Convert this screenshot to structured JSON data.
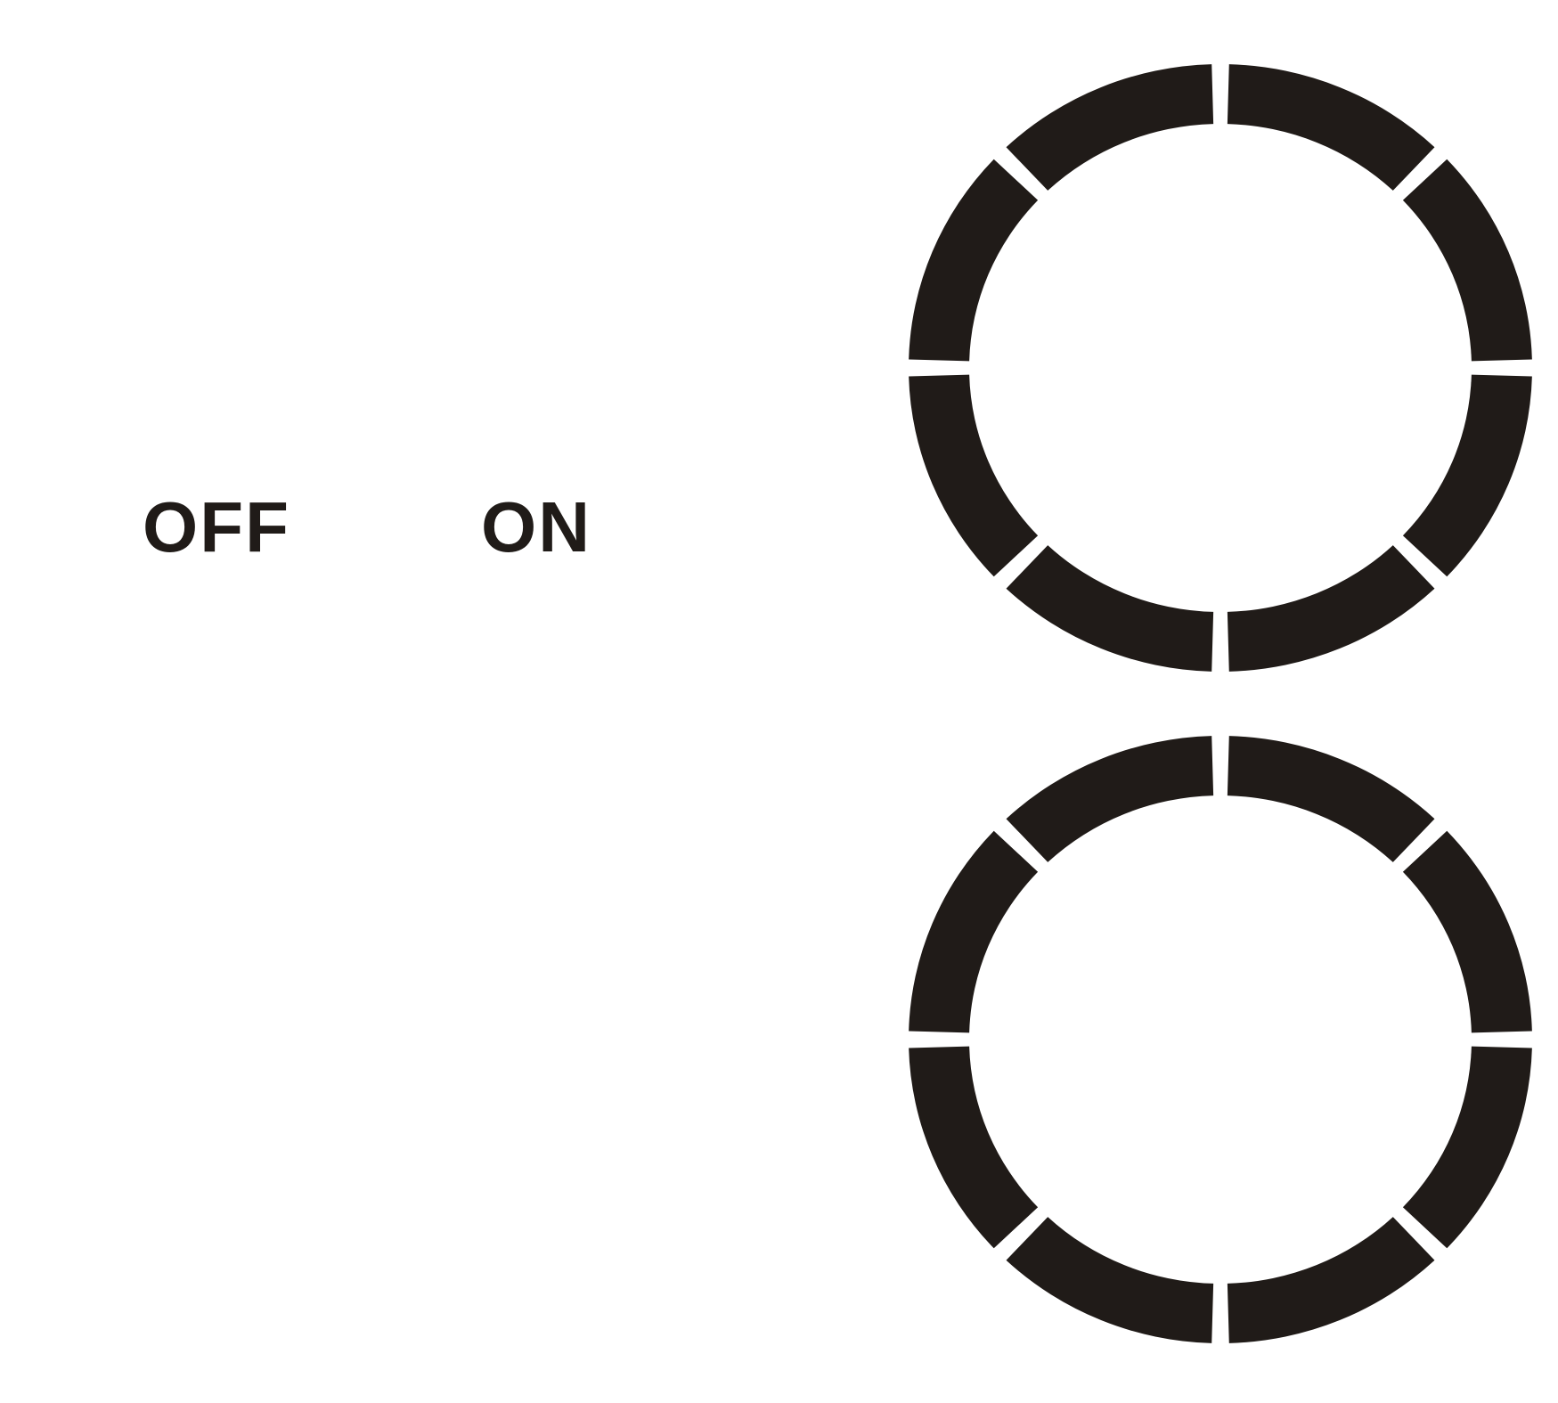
{
  "labels": {
    "off": "OFF",
    "on": "ON"
  },
  "rings": [
    {
      "name": "top",
      "segments": 8
    },
    {
      "name": "bottom",
      "segments": 8
    }
  ],
  "colors": {
    "foreground": "#201b18",
    "background": "#ffffff"
  }
}
